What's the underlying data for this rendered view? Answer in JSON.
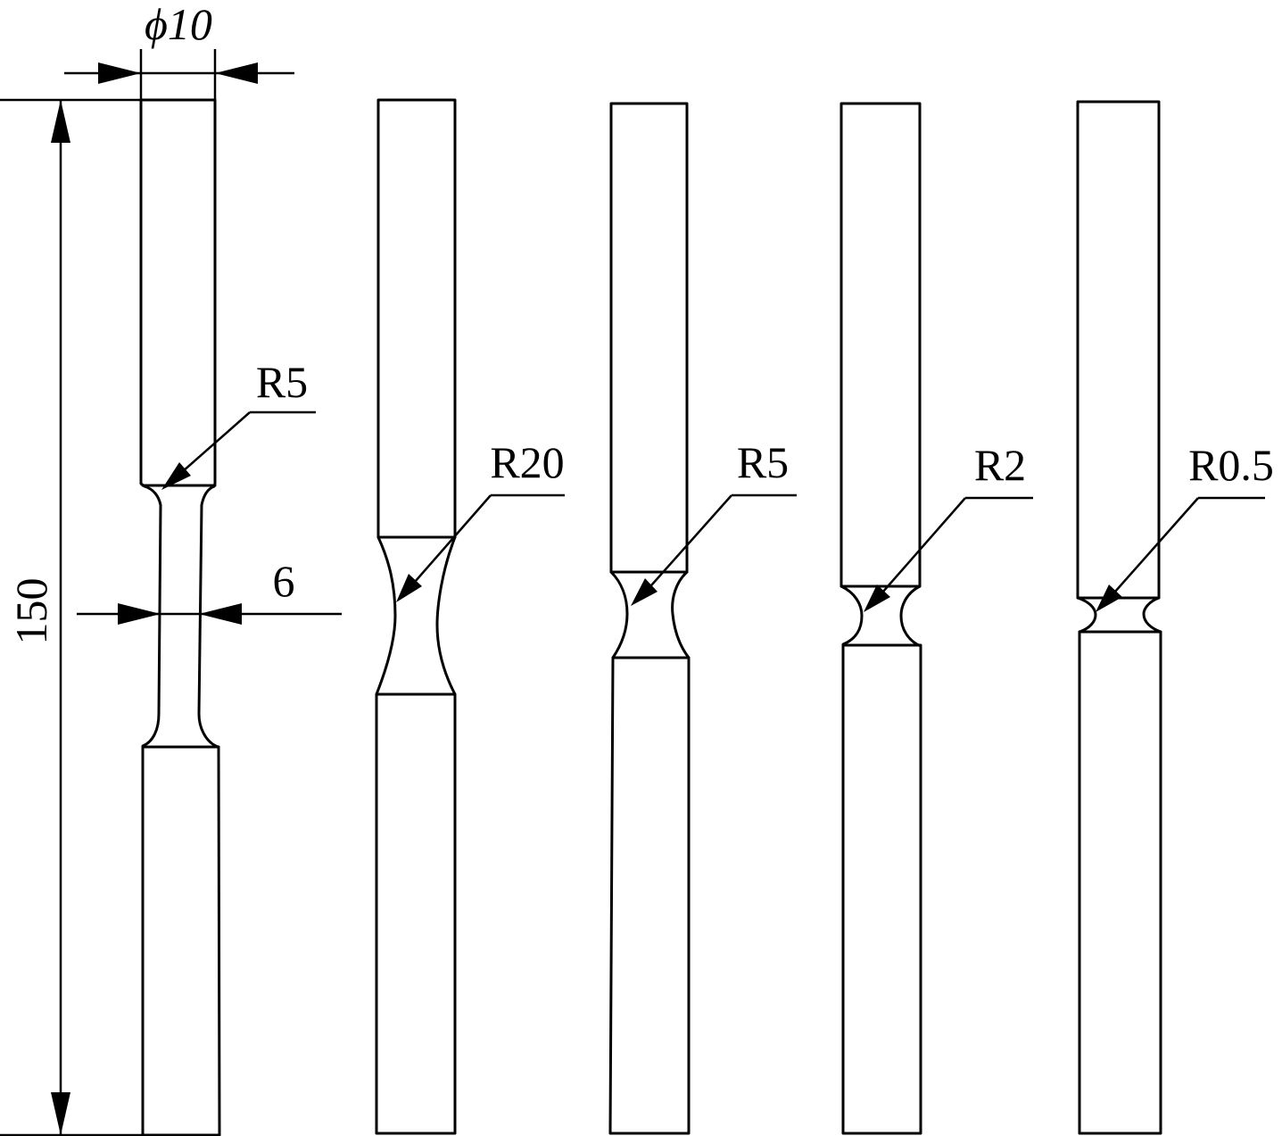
{
  "dimensions": {
    "diameter": "ϕ10",
    "length": "150",
    "neck_width": "6"
  },
  "specimens": [
    {
      "radius_label": "R5"
    },
    {
      "radius_label": "R20"
    },
    {
      "radius_label": "R5"
    },
    {
      "radius_label": "R2"
    },
    {
      "radius_label": "R0.5"
    }
  ]
}
